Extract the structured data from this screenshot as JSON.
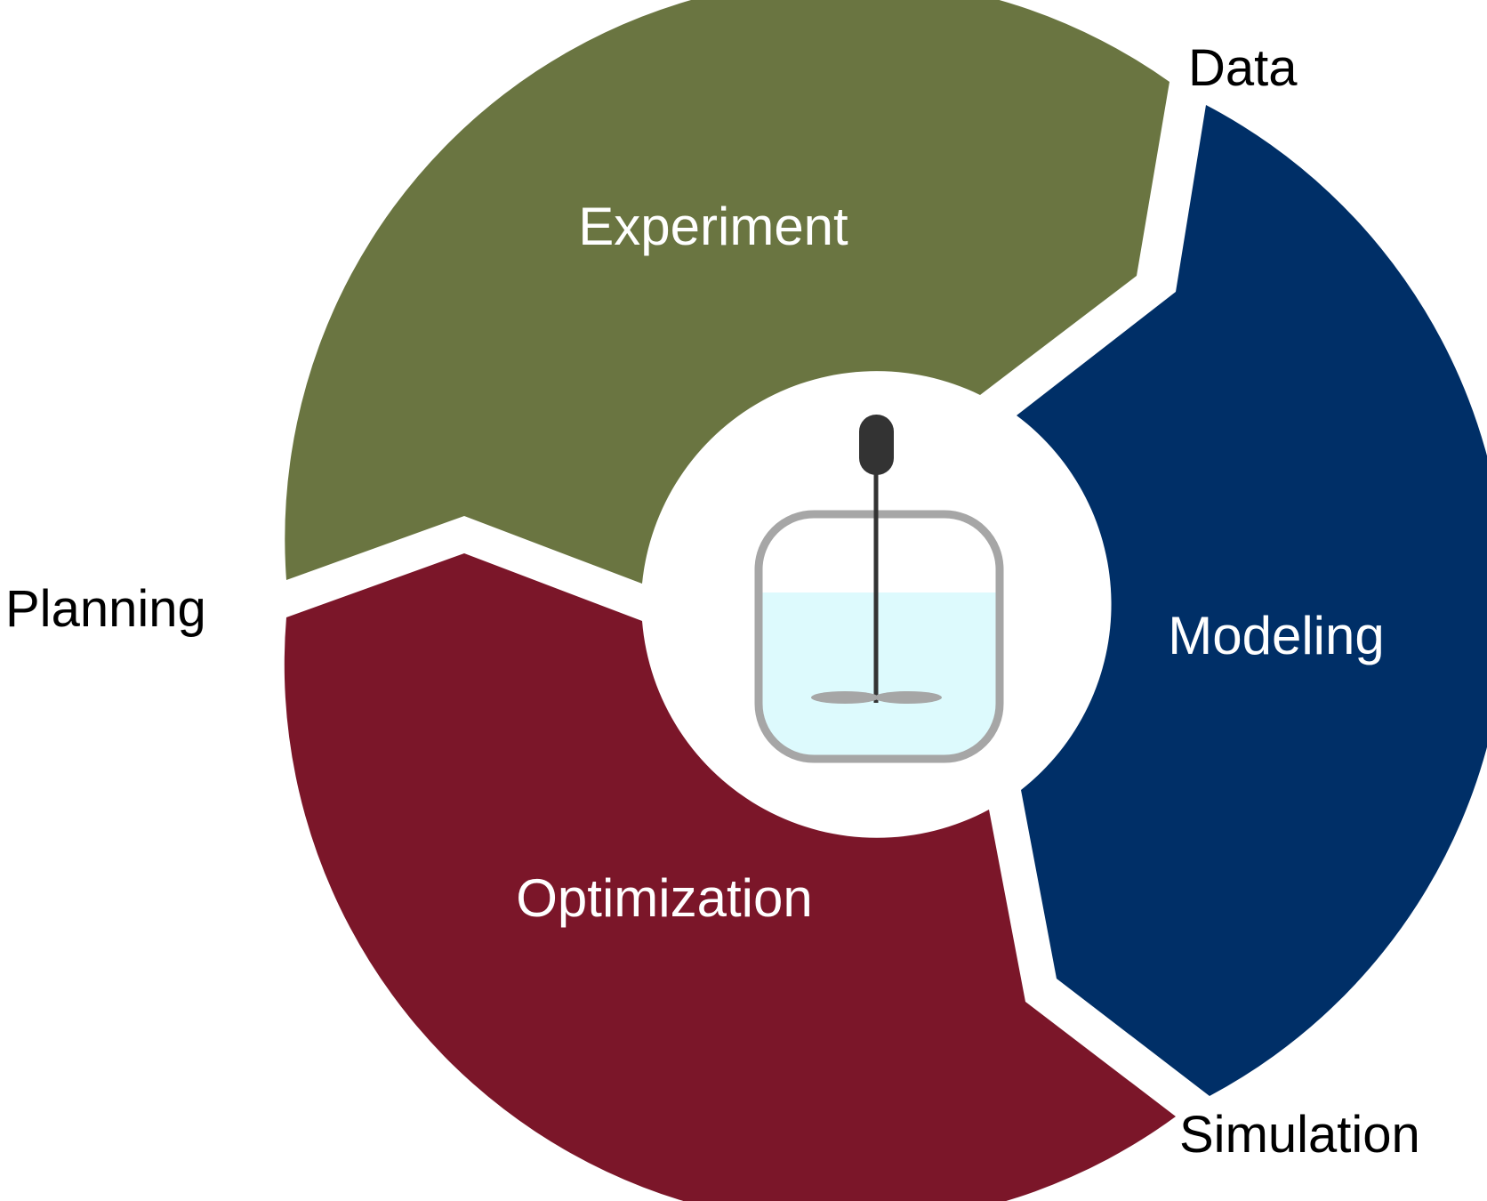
{
  "diagram": {
    "segments": [
      {
        "key": "experiment",
        "label": "Experiment",
        "color": "#6a7541"
      },
      {
        "key": "modeling",
        "label": "Modeling",
        "color": "#002f67"
      },
      {
        "key": "optimization",
        "label": "Optimization",
        "color": "#7b1629"
      }
    ],
    "transitions": {
      "data": "Data",
      "simulation": "Simulation",
      "planning": "Planning"
    },
    "center": {
      "icon": "stirred-reactor-icon",
      "liquid_color": "#ddfafd",
      "vessel_color": "#a6a6a6",
      "stirrer_color": "#333333"
    }
  }
}
